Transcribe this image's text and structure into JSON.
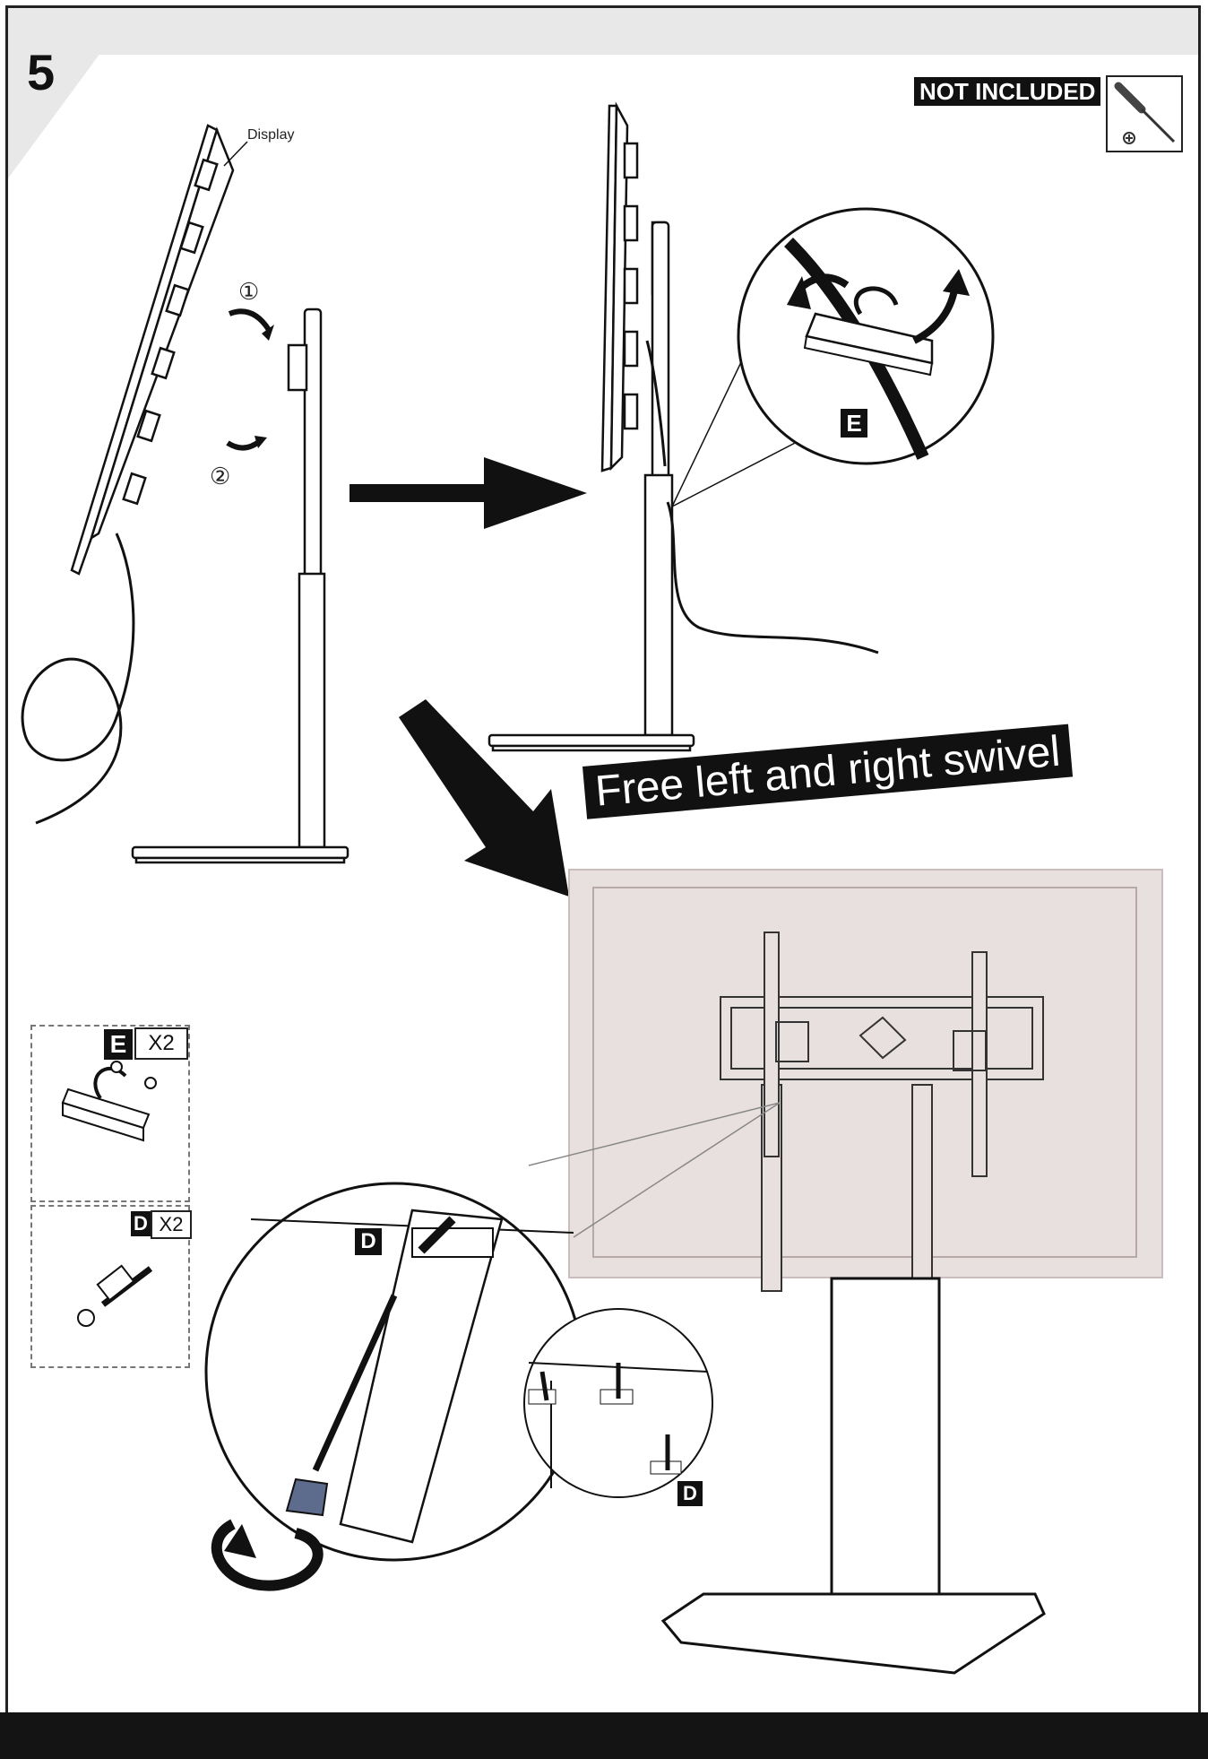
{
  "step": {
    "number": "5"
  },
  "not_included": {
    "label": "NOT INCLUDED",
    "icon": "screwdriver-icon"
  },
  "figure_1": {
    "display_label": "Display",
    "step_1": "①",
    "step_2": "②"
  },
  "figure_2": {
    "zoom_part_label": "E"
  },
  "figure_3": {
    "banner": "Free left and right swivel",
    "zoom_part_label": "D",
    "detail_part_label": "D"
  },
  "parts": [
    {
      "letter": "E",
      "qty": "X2"
    },
    {
      "letter": "D",
      "qty": "X2"
    }
  ],
  "colors": {
    "ink": "#111111",
    "panel": "#e8e0df",
    "screwdriver_grip": "#5d6c8c"
  }
}
